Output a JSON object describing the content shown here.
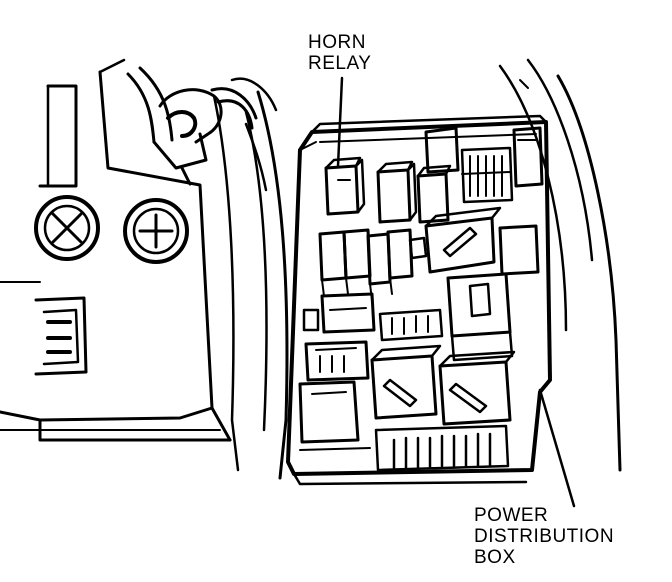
{
  "labels": {
    "horn_relay": [
      "HORN",
      "RELAY"
    ],
    "power_distribution_box": [
      "POWER",
      "DISTRIBUTION",
      "BOX"
    ]
  },
  "colors": {
    "ink": "#000000",
    "paper": "#ffffff"
  }
}
